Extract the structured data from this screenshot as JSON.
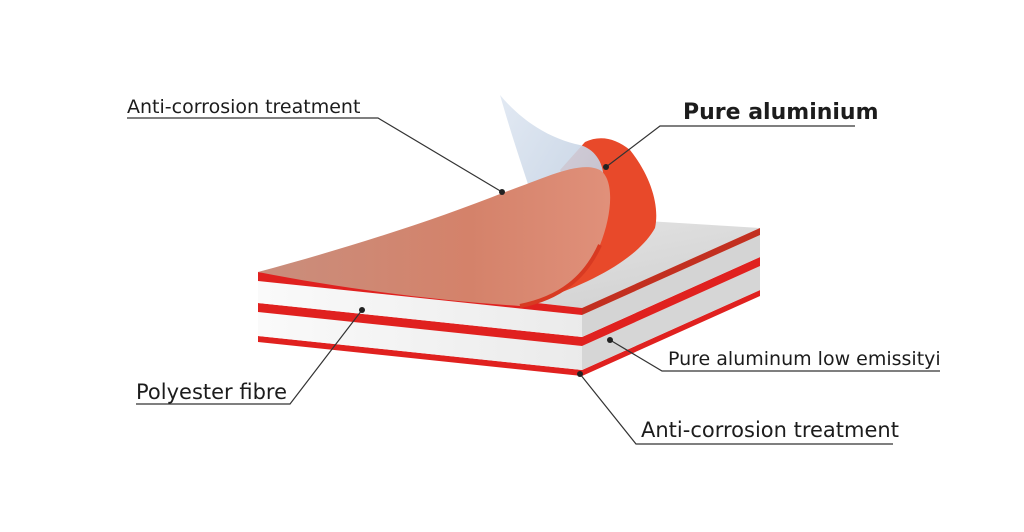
{
  "labels": {
    "anti_corrosion_top": "Anti-corrosion treatment",
    "pure_aluminium": "Pure aluminium",
    "polyester_fibre": "Polyester fibre",
    "pure_aluminum_low_emissivity": "Pure aluminum low emissityi",
    "anti_corrosion_bottom": "Anti-corrosion treatment"
  },
  "colors": {
    "red_layer": "#e0211f",
    "peel_red": "#e8492a",
    "peel_front": "#cf8a72",
    "anti_corrosion_film": "#c9d8ea",
    "polyester": "#f3f3f3",
    "aluminium_top": "#d9d9d9",
    "leader_line": "#333333"
  }
}
